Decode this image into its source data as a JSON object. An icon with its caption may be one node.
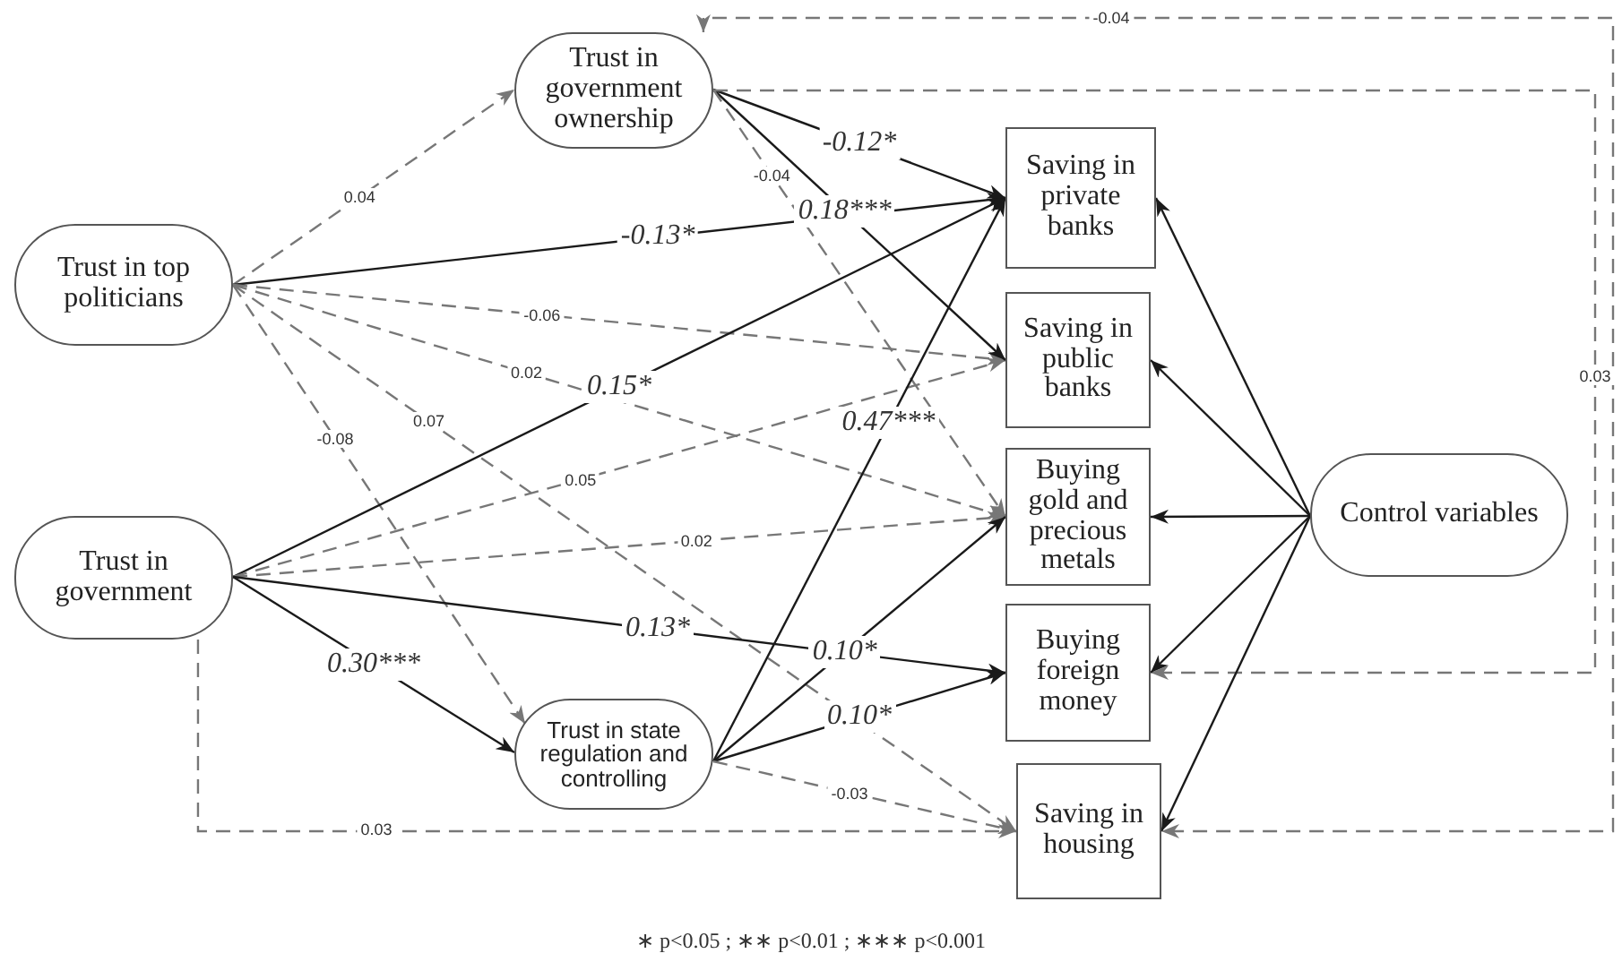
{
  "diagram": {
    "nodes": [
      {
        "text": [
          "Trust in top politicians"
        ]
      },
      {
        "text": [
          "Trust in government ownership"
        ]
      },
      {
        "text": [
          "Trust in government"
        ]
      },
      {
        "text": [
          "Trust in state regulation and controlling"
        ]
      },
      {
        "text": [
          "Saving in private banks"
        ]
      },
      {
        "text": [
          "Saving in public banks"
        ]
      },
      {
        "text": [
          "Buying gold and precious metals"
        ]
      },
      {
        "text": [
          "Buying foreign money"
        ]
      },
      {
        "text": [
          "Saving in housing"
        ]
      },
      {
        "text": [
          "Control variables"
        ]
      }
    ],
    "edges": [
      {
        "from": 0,
        "to": 1,
        "arrow": "to",
        "label": "0.04",
        "style": "dashed",
        "color": "#777777"
      },
      {
        "from": 0,
        "to": 4,
        "arrow": "to",
        "label": "-0.13*"
      },
      {
        "from": 0,
        "to": 5,
        "arrow": "to",
        "label": "-0.06",
        "style": "dashed",
        "color": "#777777"
      },
      {
        "from": 0,
        "to": 6,
        "arrow": "to",
        "label": "0.02",
        "style": "dashed",
        "color": "#777777"
      },
      {
        "from": 0,
        "to": 8,
        "arrow": "to",
        "label": "0.07",
        "style": "dashed",
        "color": "#777777"
      },
      {
        "from": 0,
        "to": 3,
        "arrow": "to",
        "label": "-0.08",
        "style": "dashed",
        "color": "#777777"
      },
      {
        "from": 2,
        "to": 4,
        "arrow": "to",
        "label": "0.15*"
      },
      {
        "from": 2,
        "to": 5,
        "arrow": "to",
        "label": "0.05",
        "style": "dashed",
        "color": "#777777"
      },
      {
        "from": 2,
        "to": 6,
        "arrow": "to",
        "label": "0.02",
        "style": "dashed",
        "color": "#777777"
      },
      {
        "from": 2,
        "to": 7,
        "arrow": "to",
        "label": "0.13*"
      },
      {
        "from": 2,
        "to": 3,
        "arrow": "to",
        "label": "0.30***"
      },
      {
        "from": 2,
        "to": 8,
        "arrow": "to",
        "label": "0.03",
        "style": "dashed",
        "color": "#777777"
      },
      {
        "from": 1,
        "to": 4,
        "arrow": "to",
        "label": "-0.12*"
      },
      {
        "from": 1,
        "to": 5,
        "arrow": "to",
        "label": "0.18***"
      },
      {
        "from": 1,
        "to": 6,
        "arrow": "to",
        "label": "-0.04",
        "style": "dashed",
        "color": "#777777"
      },
      {
        "from": 1,
        "to": 7,
        "arrow": "to",
        "label": "0.03",
        "style": "dashed",
        "color": "#777777"
      },
      {
        "from": 1,
        "to": 8,
        "arrow": "both",
        "label": "-0.04",
        "style": "dashed",
        "color": "#777777"
      },
      {
        "from": 3,
        "to": 4,
        "arrow": "to",
        "label": "0.47***"
      },
      {
        "from": 3,
        "to": 6,
        "arrow": "to",
        "label": "0.10*"
      },
      {
        "from": 3,
        "to": 7,
        "arrow": "to",
        "label": "0.10*"
      },
      {
        "from": 3,
        "to": 8,
        "arrow": "to",
        "label": "-0.03",
        "style": "dashed",
        "color": "#777777"
      },
      {
        "from": 9,
        "to": 4,
        "arrow": "to"
      },
      {
        "from": 9,
        "to": 5,
        "arrow": "to"
      },
      {
        "from": 9,
        "to": 6,
        "arrow": "to"
      },
      {
        "from": 9,
        "to": 7,
        "arrow": "to"
      },
      {
        "from": 9,
        "to": 8,
        "arrow": "to"
      }
    ],
    "labels": [
      "∗ p<0.05 ; ∗∗ p<0.01 ; ∗∗∗ p<0.001"
    ]
  }
}
